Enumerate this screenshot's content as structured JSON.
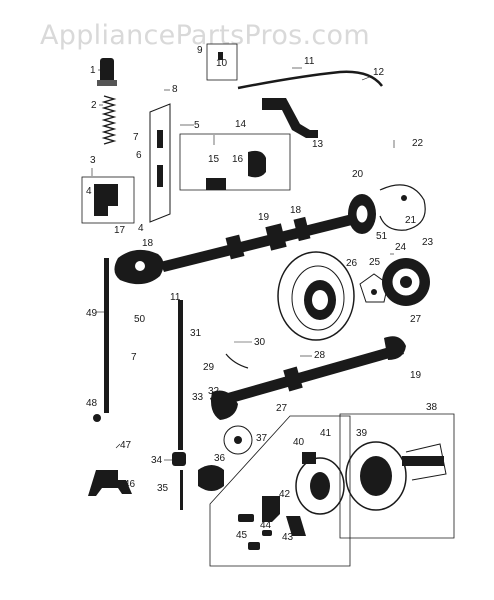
{
  "watermark": "AppliancePartsPros.com",
  "callouts": {
    "c1": "1",
    "c2": "2",
    "c3": "3",
    "c4a": "4",
    "c4b": "4",
    "c5": "5",
    "c6": "6",
    "c7a": "7",
    "c7b": "7",
    "c8": "8",
    "c9": "9",
    "c10": "10",
    "c11a": "11",
    "c11b": "11",
    "c12": "12",
    "c13": "13",
    "c14": "14",
    "c15": "15",
    "c16": "16",
    "c17": "17",
    "c18a": "18",
    "c18b": "18",
    "c19a": "19",
    "c19b": "19",
    "c20": "20",
    "c21": "21",
    "c22": "22",
    "c23": "23",
    "c24": "24",
    "c25": "25",
    "c26": "26",
    "c27a": "27",
    "c27b": "27",
    "c28": "28",
    "c29": "29",
    "c30": "30",
    "c31": "31",
    "c32": "32",
    "c33": "33",
    "c34": "34",
    "c35": "35",
    "c36": "36",
    "c37": "37",
    "c38": "38",
    "c39": "39",
    "c40": "40",
    "c41": "41",
    "c42": "42",
    "c43": "43",
    "c44": "44",
    "c45": "45",
    "c46": "46",
    "c47": "47",
    "c48": "48",
    "c49": "49",
    "c50": "50",
    "c51": "51"
  }
}
